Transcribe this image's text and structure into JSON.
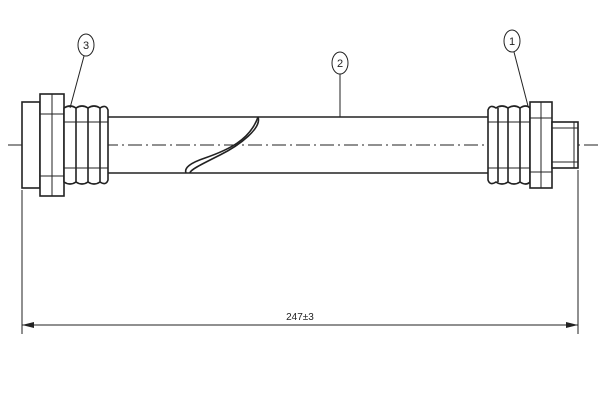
{
  "drawing": {
    "callouts": [
      {
        "label": "3"
      },
      {
        "label": "2"
      },
      {
        "label": "1"
      }
    ],
    "dimension": {
      "length_text": "247±3"
    }
  }
}
